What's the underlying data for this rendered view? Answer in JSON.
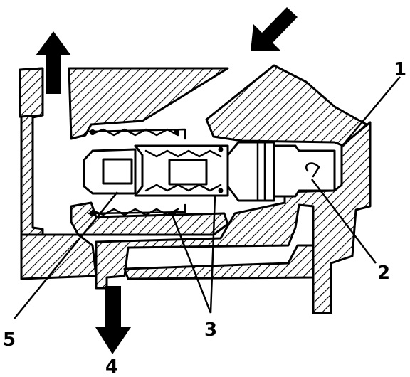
{
  "diagram": {
    "callouts": [
      {
        "id": "1",
        "text": "1"
      },
      {
        "id": "2",
        "text": "2"
      },
      {
        "id": "3",
        "text": "3"
      },
      {
        "id": "4",
        "text": "4"
      },
      {
        "id": "5",
        "text": "5"
      }
    ],
    "flow_arrows": [
      {
        "name": "outlet-up-arrow",
        "direction": "up"
      },
      {
        "name": "inlet-arrow",
        "direction": "down-left"
      },
      {
        "name": "outlet-down-arrow",
        "direction": "down"
      }
    ],
    "colors": {
      "line": "#000000",
      "background": "#ffffff"
    }
  }
}
